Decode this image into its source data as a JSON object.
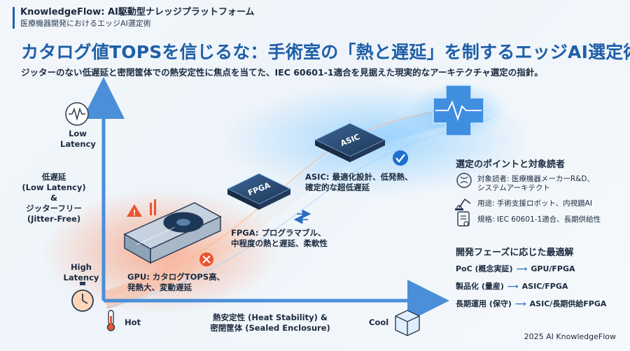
{
  "brand": {
    "title": "KnowledgeFlow: AI駆動型ナレッジプラットフォーム",
    "subtitle": "医療機器開発におけるエッジAI選定術"
  },
  "headline": "カタログ値TOPSを信じるな：手術室の「熱と遅延」を制するエッジAI選定術",
  "subheadline": "ジッターのない低遅延と密閉筐体での熱安定性に焦点を当てた、IEC 60601-1適合を見据えた現実的なアーキテクチャ選定の指針。",
  "axes": {
    "y_top": "Low\nLatency",
    "y_bottom": "High\nLatency",
    "y_title": "低遅延\n(Low Latency)\n&\nジッターフリー\n(Jitter-Free)",
    "x_title": "熱安定性 (Heat Stability) &\n密閉筐体 (Sealed Enclosure)",
    "x_left": "Hot",
    "x_right": "Cool"
  },
  "chips": {
    "asic_label": "ASIC",
    "fpga_label": "FPGA",
    "asic_caption": "ASIC: 最適化設計、低発熱、\n確定的な超低遅延",
    "fpga_caption": "FPGA: プログラマブル、\n中程度の熱と遅延、柔軟性",
    "gpu_caption": "GPU: カタログTOPS高、\n発熱大、変動遅延"
  },
  "points": {
    "heading": "選定のポイントと対象読者",
    "items": [
      {
        "icon": "brain-icon",
        "text": "対象読者: 医療機器メーカーR&D、\nシステムアーキテクト"
      },
      {
        "icon": "robot-arm-icon",
        "text": "用途: 手術支援ロボット、内視鏡AI"
      },
      {
        "icon": "certificate-icon",
        "text": "規格: IEC 60601-1適合、長期供給性"
      }
    ]
  },
  "phases": {
    "heading": "開発フェーズに応じた最適解",
    "rows": [
      {
        "phase": "PoC (概念実証)",
        "solution": "GPU/FPGA"
      },
      {
        "phase": "製品化 (量産)",
        "solution": "ASIC/FPGA"
      },
      {
        "phase": "長期運用 (保守)",
        "solution": "ASIC/長期供給FPGA"
      }
    ]
  },
  "footer": "2025 AI KnowledgeFlow",
  "colors": {
    "accent": "#1f5fa8",
    "axis": "#4a8fd8",
    "hot": "#e8552f",
    "ok": "#1f6fd1",
    "chip": "#2c4a6e"
  }
}
